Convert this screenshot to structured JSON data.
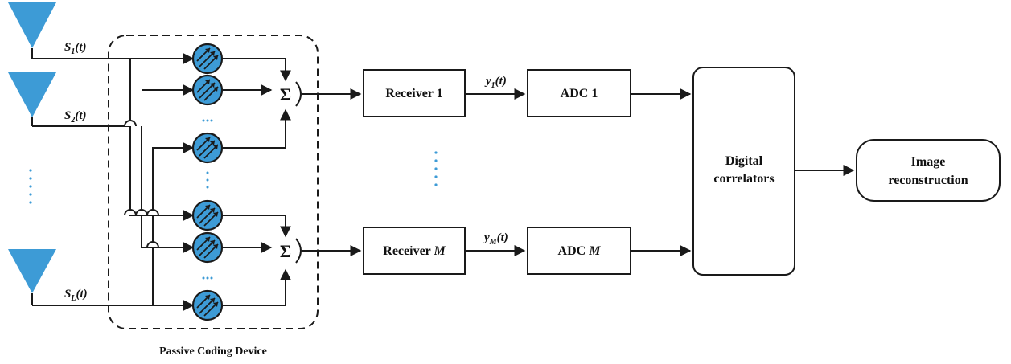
{
  "antennas": {
    "labels": [
      {
        "base": "S",
        "sub": "1",
        "tail": "(t)"
      },
      {
        "base": "S",
        "sub": "2",
        "tail": "(t)"
      },
      {
        "base": "S",
        "sub": "L",
        "tail": "(t)"
      }
    ]
  },
  "coding_device": {
    "caption": "Passive Coding Device",
    "sum_symbol": "Σ"
  },
  "blocks": {
    "receiver_1": "Receiver 1",
    "receiver_m_prefix": "Receiver ",
    "receiver_m_suffix": "M",
    "adc_1": "ADC 1",
    "adc_m_prefix": "ADC ",
    "adc_m_suffix": "M",
    "correlators_line1": "Digital",
    "correlators_line2": "correlators",
    "image_line1": "Image",
    "image_line2": "reconstruction"
  },
  "signals": {
    "y1": {
      "base": "y",
      "sub": "1",
      "tail": "(t)"
    },
    "yM": {
      "base": "y",
      "sub": "M",
      "tail": "(t)"
    }
  },
  "colors": {
    "antenna_fill": "#3d9bd6",
    "phase_shifter_fill": "#3d9bd6",
    "dots": "#3d9bd6",
    "line": "#1a1a1a"
  },
  "icons": {
    "antenna": "antenna-icon",
    "phase_shifter": "phase-shifter-icon",
    "summer": "summation-icon"
  }
}
